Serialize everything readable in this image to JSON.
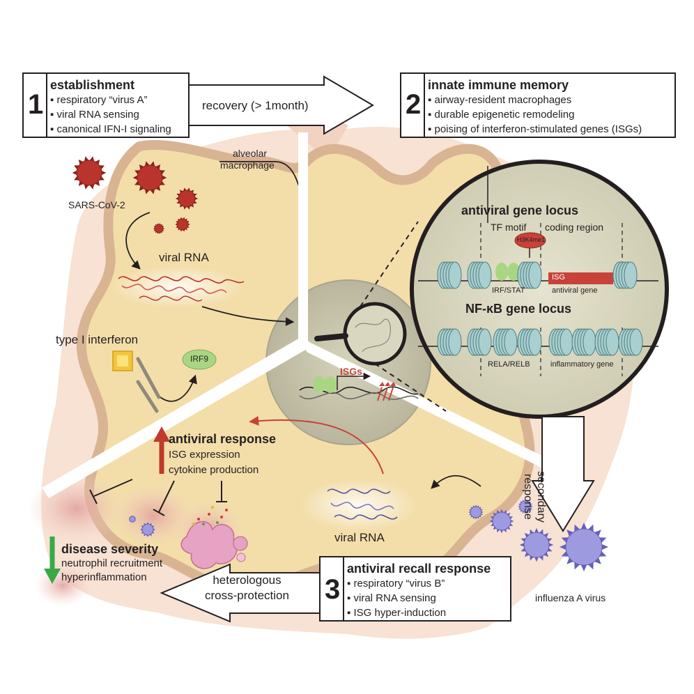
{
  "boxes": {
    "establishment": {
      "number": "1",
      "title": "establishment",
      "items": [
        "▪ respiratory “virus A”",
        "▪ viral RNA sensing",
        "▪ canonical IFN-I signaling"
      ]
    },
    "memory": {
      "number": "2",
      "title": "innate immune memory",
      "items": [
        "▪ airway-resident macrophages",
        "▪ durable epigenetic remodeling",
        "▪ poising of interferon-stimulated genes (ISGs)"
      ]
    },
    "recall": {
      "number": "3",
      "title": "antiviral recall response",
      "items": [
        "▪ respiratory “virus B”",
        "▪ viral RNA sensing",
        "▪ ISG hyper-induction"
      ]
    }
  },
  "arrows": {
    "recovery": "recovery (> 1month)",
    "secondary": [
      "secondary",
      "response"
    ],
    "crossprotection": [
      "heterologous",
      "cross-protection"
    ]
  },
  "labels": {
    "alveolar": [
      "alveolar",
      "macrophage"
    ],
    "sars": "SARS-CoV-2",
    "viral_rna_top": "viral RNA",
    "type1ifn": "type I interferon",
    "irf9": "IRF9",
    "isgs": "ISGs",
    "viral_rna_bottom": "viral RNA",
    "influenza": "influenza A virus"
  },
  "response": {
    "title": "antiviral response",
    "items": [
      "ISG expression",
      "cytokine production"
    ]
  },
  "severity": {
    "title": "disease severity",
    "items": [
      "neutrophil recruitment",
      "hyperinflammation"
    ]
  },
  "zoom": {
    "antiviral_title": "antiviral gene locus",
    "tf_motif": "TF motif",
    "coding_region": "coding region",
    "h3k4me1": "H3K4me1",
    "irf_stat": "IRF/STAT",
    "isg": "ISG",
    "antiviral_gene": "antiviral gene",
    "nfkb_title": "NF-κB gene locus",
    "rela_relb": "RELA/RELB",
    "inflammatory_gene": "inflammatory gene"
  },
  "colors": {
    "cell_fill": "#f3deaa",
    "cell_border": "#d9b493",
    "lung_bg": "#f7e2d3",
    "nucleus": "#c9c6ad",
    "sars": "#b8342c",
    "influenza": "#9e9ae0",
    "isg_red": "#c8423a",
    "up_red": "#c0392b",
    "down_green": "#3aa845",
    "nucleosome": "#a9cfd0",
    "tf_green": "#a9d682"
  }
}
